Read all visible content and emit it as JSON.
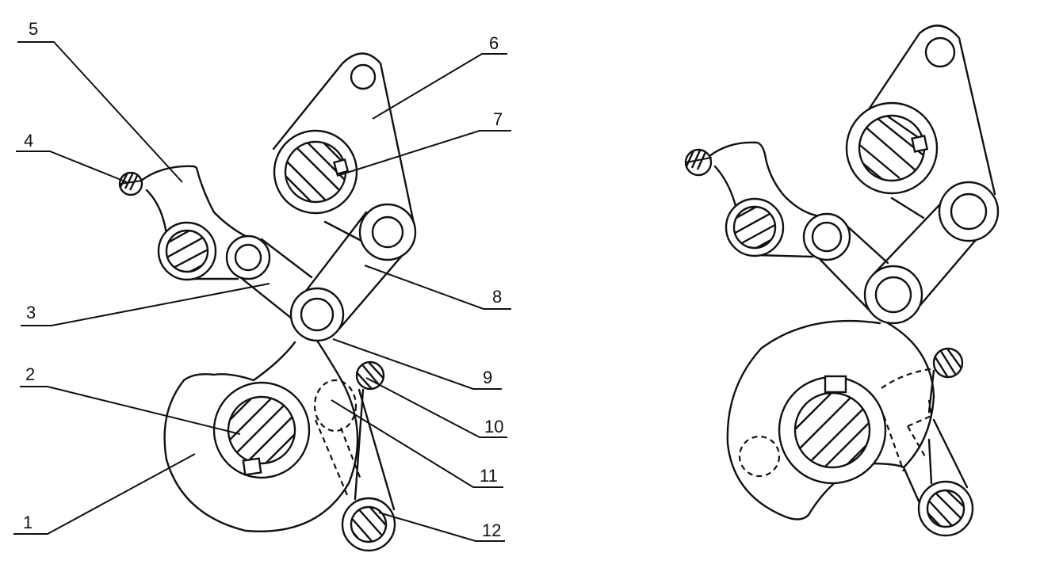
{
  "figure": {
    "description": "Mechanism schematic shown in two positions",
    "views": [
      {
        "id": "left",
        "role": "position-1-labeled"
      },
      {
        "id": "right",
        "role": "position-2-unlabeled"
      }
    ],
    "line_color": "#111111",
    "background": "#ffffff"
  },
  "labels": [
    {
      "id": "1",
      "text": "1",
      "side": "left"
    },
    {
      "id": "2",
      "text": "2",
      "side": "left"
    },
    {
      "id": "3",
      "text": "3",
      "side": "left"
    },
    {
      "id": "4",
      "text": "4",
      "side": "left"
    },
    {
      "id": "5",
      "text": "5",
      "side": "left"
    },
    {
      "id": "6",
      "text": "6",
      "side": "right"
    },
    {
      "id": "7",
      "text": "7",
      "side": "right"
    },
    {
      "id": "8",
      "text": "8",
      "side": "right"
    },
    {
      "id": "9",
      "text": "9",
      "side": "right"
    },
    {
      "id": "10",
      "text": "10",
      "side": "right"
    },
    {
      "id": "11",
      "text": "11",
      "side": "right"
    },
    {
      "id": "12",
      "text": "12",
      "side": "right"
    }
  ]
}
